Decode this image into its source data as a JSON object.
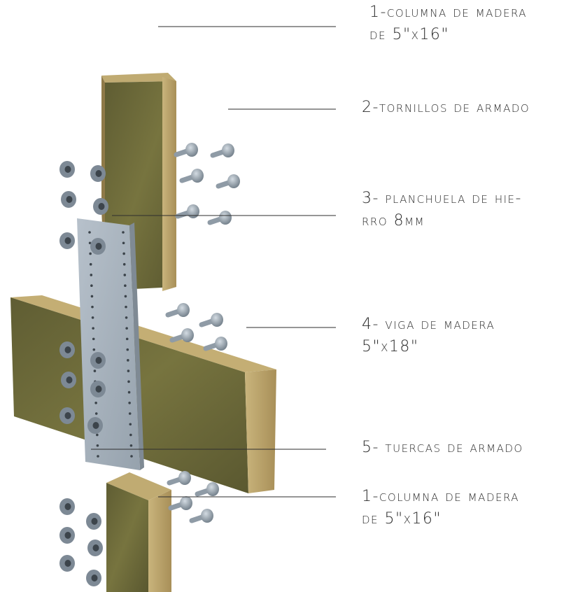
{
  "callouts": [
    {
      "id": "c1",
      "line1": "1-columna de madera",
      "line2": "de 5\"x16\""
    },
    {
      "id": "c2",
      "line1": "2-tornillos de armado",
      "line2": ""
    },
    {
      "id": "c3",
      "line1": "3- planchuela de hie-",
      "line2": "rro 8mm"
    },
    {
      "id": "c4",
      "line1": "4- viga de madera",
      "line2": "5\"x18\""
    },
    {
      "id": "c5",
      "line1": "5- tuercas de armado",
      "line2": ""
    },
    {
      "id": "c6",
      "line1": "1-columna de madera",
      "line2": "de 5\"x16\""
    }
  ],
  "colors": {
    "wood_face": "#6a6a3a",
    "wood_side": "#b9a16a",
    "plate": "#a7b2bd",
    "bolt": "#8c99a4",
    "line": "#2e2e2e"
  }
}
